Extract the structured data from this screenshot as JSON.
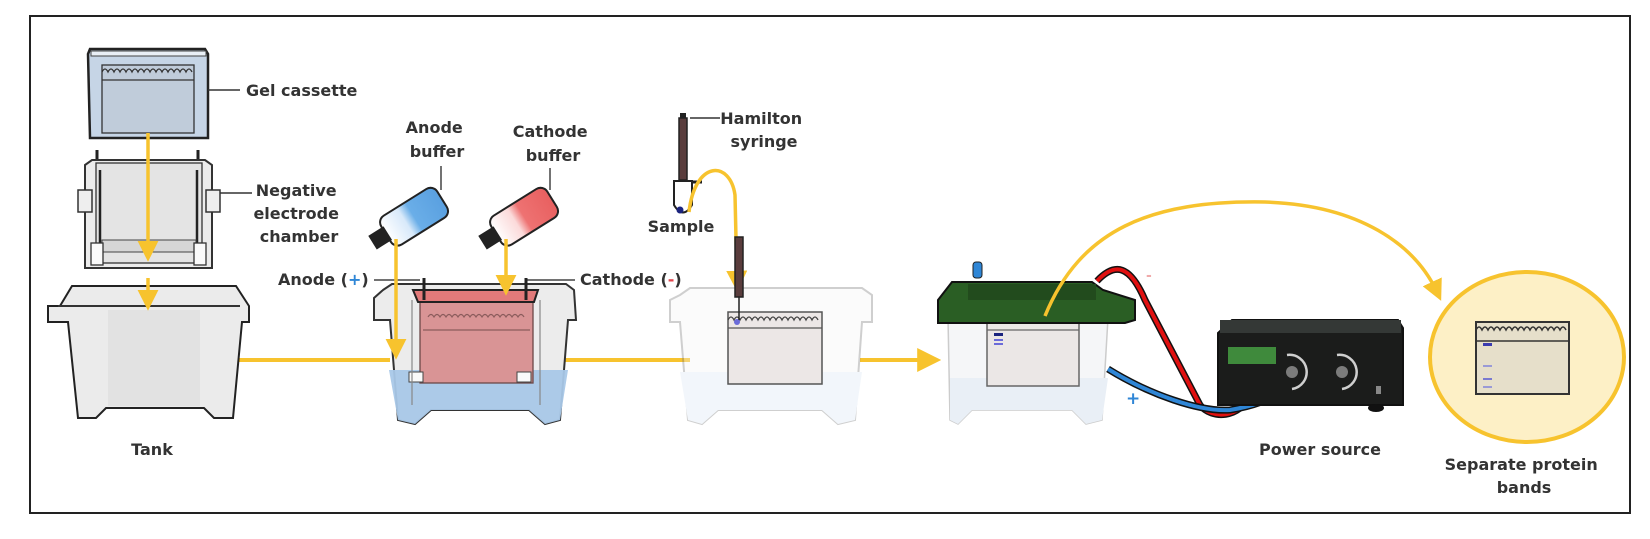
{
  "title": "SDS-PAGE gel electrophoresis setup",
  "colors": {
    "flow_arrow": "#f7c32e",
    "anode_sign": "#2f86d6",
    "cathode_sign": "#e2454c",
    "anode_buffer": "#6aaee8",
    "cathode_buffer": "#ee7272",
    "lid_green": "#2a5e24",
    "power_display": "#3f8a3c",
    "result_circle_fill": "#fdf0c6",
    "red_lead": "#e01010",
    "blue_lead": "#2f86d6"
  },
  "stages": [
    {
      "id": "assembly",
      "caption": "Tank",
      "components": [
        {
          "name": "gel-cassette",
          "label": "Gel cassette"
        },
        {
          "name": "negative-electrode-chamber",
          "label_lines": [
            "Negative",
            "electrode",
            "chamber"
          ]
        },
        {
          "name": "tank",
          "label": "Tank"
        }
      ]
    },
    {
      "id": "buffers",
      "components": [
        {
          "name": "anode-buffer",
          "label_lines": [
            "Anode",
            "buffer"
          ]
        },
        {
          "name": "cathode-buffer",
          "label_lines": [
            "Cathode",
            "buffer"
          ]
        },
        {
          "name": "anode",
          "label": "Anode (",
          "sign": "+",
          "close": ")"
        },
        {
          "name": "cathode",
          "label": "Cathode (",
          "sign": "-",
          "close": ")"
        }
      ]
    },
    {
      "id": "loading",
      "components": [
        {
          "name": "hamilton-syringe",
          "label_lines": [
            "Hamilton",
            "syringe"
          ]
        },
        {
          "name": "sample",
          "label": "Sample"
        }
      ]
    },
    {
      "id": "run",
      "caption": "Power source",
      "polarity": {
        "negative": "-",
        "positive": "+"
      }
    },
    {
      "id": "result",
      "caption_lines": [
        "Separate protein",
        "bands"
      ],
      "band_count": 4
    }
  ]
}
